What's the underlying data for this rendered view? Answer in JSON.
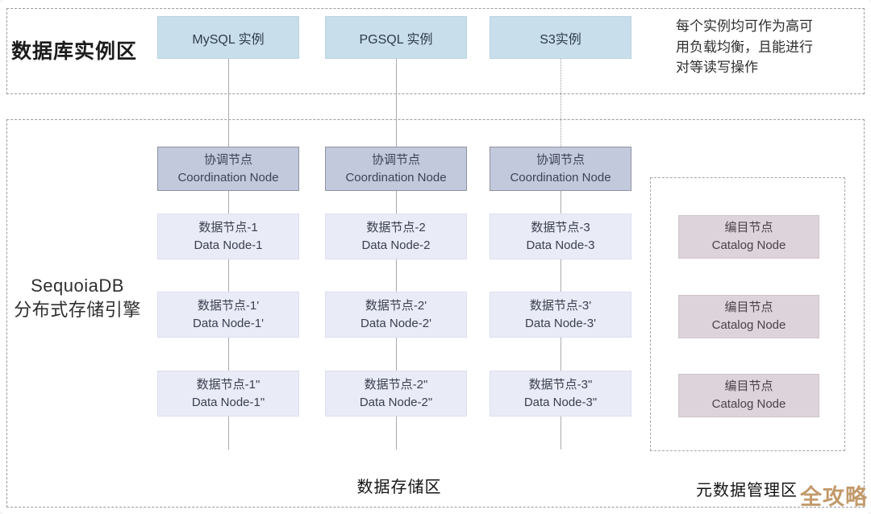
{
  "zones": {
    "instance_zone_label": "数据库实例区",
    "storage_zone_label": "数据存储区",
    "metadata_zone_label": "元数据管理区"
  },
  "engine": {
    "line1": "SequoiaDB",
    "line2": "分布式存储引擎"
  },
  "note_lines": [
    "每个实例均可作为高可",
    "用负载均衡，且能进行",
    "对等读写操作"
  ],
  "columns": [
    {
      "instance_label": "MySQL 实例",
      "coordination": {
        "zh": "协调节点",
        "en": "Coordination Node"
      },
      "data_nodes": [
        {
          "zh": "数据节点-1",
          "en": "Data Node-1"
        },
        {
          "zh": "数据节点-1'",
          "en": "Data Node-1'"
        },
        {
          "zh": "数据节点-1\"",
          "en": "Data Node-1\""
        }
      ]
    },
    {
      "instance_label": "PGSQL 实例",
      "coordination": {
        "zh": "协调节点",
        "en": "Coordination Node"
      },
      "data_nodes": [
        {
          "zh": "数据节点-2",
          "en": "Data Node-2"
        },
        {
          "zh": "数据节点-2'",
          "en": "Data Node-2'"
        },
        {
          "zh": "数据节点-2\"",
          "en": "Data Node-2\""
        }
      ]
    },
    {
      "instance_label": "S3实例",
      "coordination": {
        "zh": "协调节点",
        "en": "Coordination Node"
      },
      "data_nodes": [
        {
          "zh": "数据节点-3",
          "en": "Data Node-3"
        },
        {
          "zh": "数据节点-3'",
          "en": "Data Node-3'"
        },
        {
          "zh": "数据节点-3\"",
          "en": "Data Node-3\""
        }
      ]
    }
  ],
  "catalog_nodes": [
    {
      "zh": "编目节点",
      "en": "Catalog Node"
    },
    {
      "zh": "编目节点",
      "en": "Catalog Node"
    },
    {
      "zh": "编目节点",
      "en": "Catalog Node"
    }
  ],
  "watermark": "全攻略",
  "colors": {
    "instance_fill": "#c8deeb",
    "coordination_fill": "#c3c9dd",
    "data_node_fill": "#e9ebf7",
    "catalog_fill": "#ddd3da",
    "connector": "#ababab",
    "dashed_border": "#9b9b9b",
    "watermark": "#c29a6b"
  }
}
